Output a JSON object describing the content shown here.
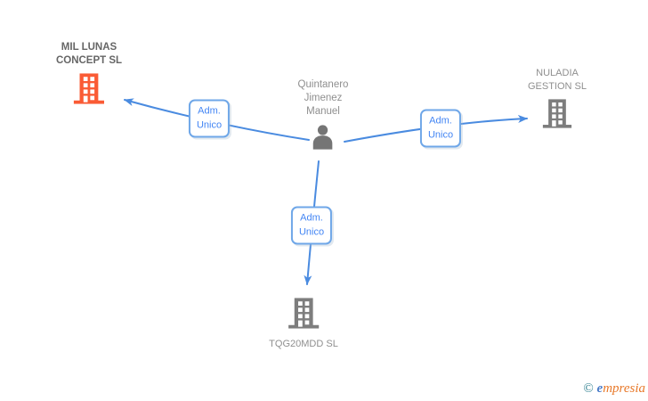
{
  "diagram": {
    "person": {
      "line1": "Quintanero",
      "line2": "Jimenez",
      "line3": "Manuel"
    },
    "companies": [
      {
        "line1": "MIL LUNAS",
        "line2": "CONCEPT SL"
      },
      {
        "line1": "NULADIA",
        "line2": "GESTION SL"
      },
      {
        "line1": "TQG20MDD SL"
      }
    ],
    "edge_labels": [
      {
        "line1": "Adm.",
        "line2": "Unico"
      },
      {
        "line1": "Adm.",
        "line2": "Unico"
      },
      {
        "line1": "Adm.",
        "line2": "Unico"
      }
    ]
  },
  "watermark": {
    "copyright": "©",
    "brand_e": "e",
    "brand_rest": "mpresia"
  },
  "colors": {
    "edge_blue": "#4a8be0",
    "label_text_blue": "#4285f4",
    "label_border_blue": "#6fa7e8",
    "main_company_orange": "#fa5b35",
    "icon_gray": "#7d7d7d",
    "person_gray": "#757575",
    "company_text_gray": "#8f8f8f",
    "main_company_text": "#666666",
    "logo_teal": "#2e7f8f",
    "logo_blue": "#4a7cc9",
    "logo_orange": "#e8792a"
  }
}
